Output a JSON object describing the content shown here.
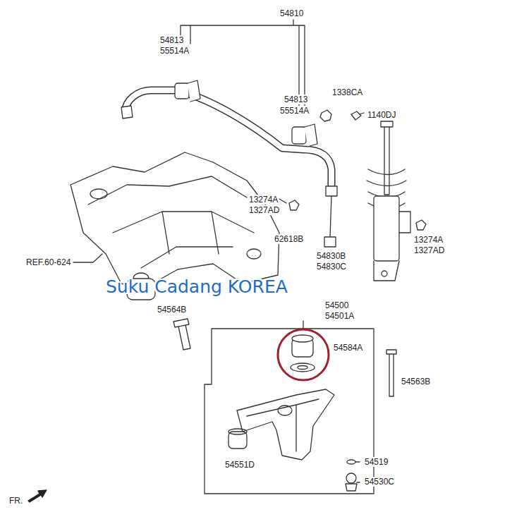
{
  "diagram": {
    "labels": [
      "54810",
      "54813",
      "55514A",
      "54813",
      "55514A",
      "1338CA",
      "1140DJ",
      "13274A",
      "1327AD",
      "62618B",
      "REF.60-624",
      "54830B",
      "54830C",
      "13274A",
      "1327AD",
      "Suku Cadang KOREA",
      "54564B",
      "54500",
      "54501A",
      "54584A",
      "54563B",
      "54551D",
      "54519",
      "54530C",
      "FR."
    ]
  }
}
